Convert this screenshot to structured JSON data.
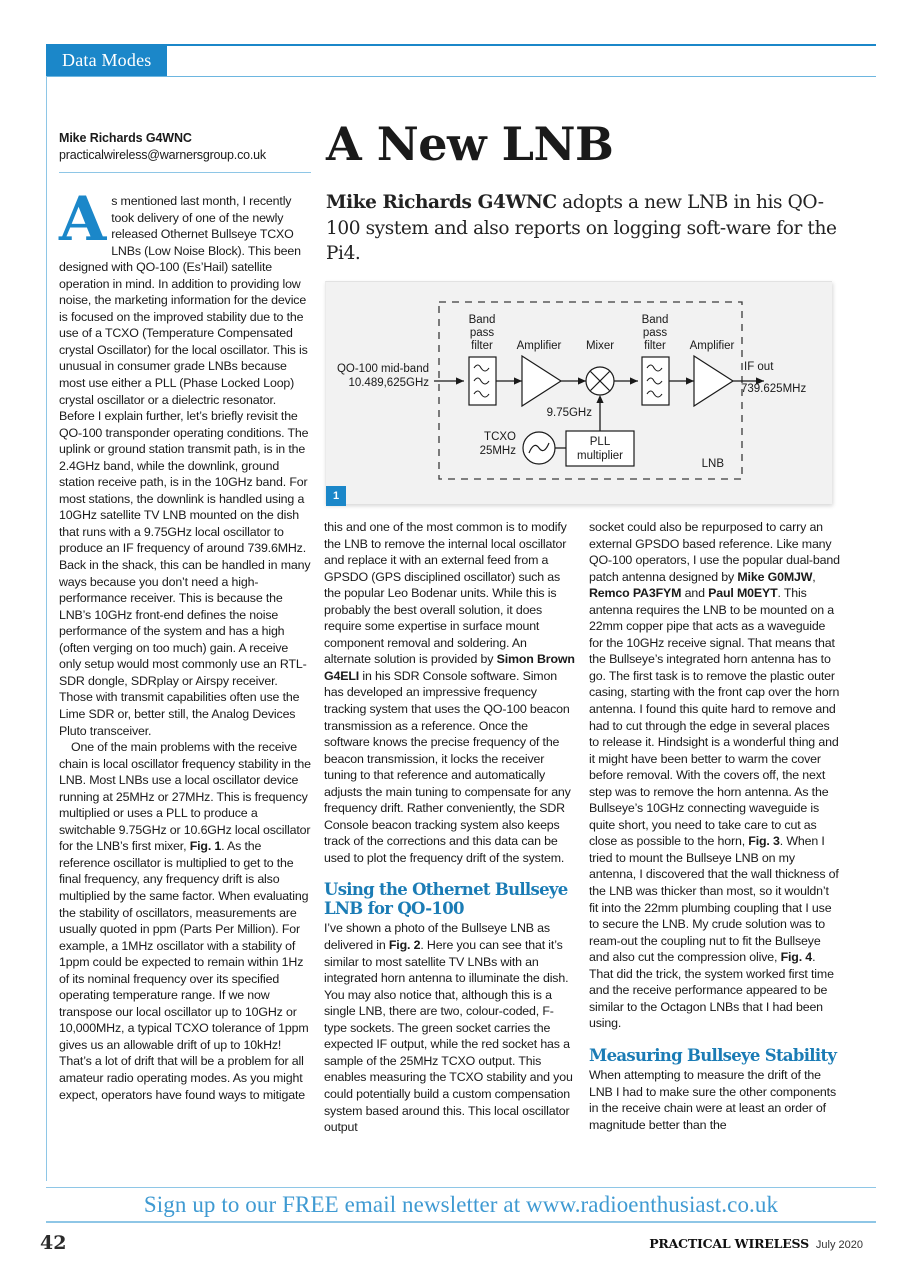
{
  "header": {
    "section_tab": "Data Modes"
  },
  "byline": {
    "author": "Mike Richards G4WNC",
    "email": "practicalwireless@warnersgroup.co.uk"
  },
  "article": {
    "headline": "A New LNB",
    "standfirst_bold": "Mike Richards G4WNC",
    "standfirst_rest": " adopts a new LNB in his QO-100 system and also reports on logging soft-ware for the Pi4."
  },
  "figure": {
    "number": "1",
    "labels": {
      "input_line1": "QO-100 mid-band",
      "input_line2": "10.489,625GHz",
      "bpf1_line1": "Band",
      "bpf1_line2": "pass",
      "bpf1_line3": "filter",
      "amp1": "Amplifier",
      "mixer": "Mixer",
      "bpf2_line1": "Band",
      "bpf2_line2": "pass",
      "bpf2_line3": "filter",
      "amp2": "Amplifier",
      "output_line1": "IF out",
      "output_line2": "739.625MHz",
      "lo_freq": "9.75GHz",
      "tcxo_line1": "TCXO",
      "tcxo_line2": "25MHz",
      "pll_line1": "PLL",
      "pll_line2": "multiplier",
      "enclosure": "LNB"
    }
  },
  "columns": {
    "col1": {
      "dropcap": "A",
      "para1_rest": "s mentioned last month, I recently took delivery of one of the newly released Othernet Bullseye TCXO LNBs (Low Noise Block). This been designed with QO-100 (Es’Hail) satellite operation in mind. In addition to providing low noise, the marketing information for the device is focused on the improved stability due to the use of a TCXO (Temperature Compensated crystal Oscillator) for the local oscillator. This is unusual in consumer grade LNBs because most use either a PLL (Phase Locked Loop) crystal oscillator or a dielectric resonator. Before I explain further, let’s briefly revisit the QO-100 transponder operating conditions. The uplink or ground station transmit path, is in the 2.4GHz band, while the downlink, ground station receive path, is in the 10GHz band. For most stations, the downlink is handled using a 10GHz satellite TV LNB mounted on the dish that runs with a 9.75GHz local oscillator to produce an IF frequency of around 739.6MHz. Back in the shack, this can be handled in many ways because you don’t need a high-performance receiver. This is because the LNB’s 10GHz front-end defines the noise performance of the system and has a high (often verging on too much) gain. A receive only setup would most commonly use an RTL-SDR dongle, SDRplay or Airspy receiver. Those with transmit capabilities often use the Lime SDR or, better still, the Analog Devices Pluto transceiver.",
      "para2_a": "One of the main problems with the receive chain is local oscillator frequency stability in the LNB. Most LNBs use a local oscillator device running at 25MHz or 27MHz. This is frequency multiplied or uses a PLL to produce a switchable 9.75GHz or 10.6GHz local oscillator for the LNB’s first mixer, ",
      "para2_b": "Fig. 1",
      "para2_c": ". As the reference oscillator is multiplied to get to the final frequency, any frequency drift is also multiplied by the same factor. When evaluating the stability of oscillators, measurements are usually quoted in ppm (Parts Per Million). For example, a 1MHz oscillator with a stability of 1ppm could be expected to remain within 1Hz of its nominal frequency over its specified operating temperature range. If we now transpose our local oscillator up to 10GHz or 10,000MHz, a typical TCXO tolerance of 1ppm gives us an allowable drift of up to 10kHz! That’s a lot of drift that will be a problem for all amateur radio operating modes. As you might expect, operators have found ways to mitigate"
    },
    "col2": {
      "para1_a": "this and one of the most common is to modify the LNB to remove the internal local oscillator and replace it with an external feed from a GPSDO (GPS disciplined oscillator) such as the popular Leo Bodenar units. While this is probably the best overall solution, it does require some expertise in surface mount component removal and soldering. An alternate solution is provided by ",
      "para1_b": "Simon Brown G4ELI",
      "para1_c": " in his SDR Console software. Simon has developed an impressive frequency tracking system that uses the QO-100 beacon transmission as a reference. Once the software knows the precise frequency of the beacon transmission, it locks the receiver tuning to that reference and automatically adjusts the main tuning to compensate for any frequency drift. Rather conveniently, the SDR Console beacon tracking system also keeps track of the corrections and this data can be used to plot the frequency drift of the system.",
      "subhead": "Using the Othernet Bullseye LNB for QO-100",
      "para2_a": "I’ve shown a photo of the Bullseye LNB as delivered in ",
      "para2_b": "Fig. 2",
      "para2_c": ". Here you can see that it’s similar to most satellite TV LNBs with an integrated horn antenna to illuminate the dish. You may also notice that, although this is a single LNB, there are two, colour-coded, F-type sockets. The green socket carries the expected IF output, while the red socket has a sample of the 25MHz TCXO output. This enables measuring the TCXO stability and you could potentially build a custom compensation system based around this. This local oscillator output"
    },
    "col3": {
      "para1_a": "socket could also be repurposed to carry an external GPSDO based reference. Like many QO-100 operators, I use the popular dual-band patch antenna designed by ",
      "para1_b": "Mike G0MJW",
      "para1_c": ", ",
      "para1_d": "Remco PA3FYM",
      "para1_e": " and ",
      "para1_f": "Paul M0EYT",
      "para1_g": ". This antenna requires the LNB to be mounted on a 22mm copper pipe that acts as a waveguide for the 10GHz receive signal. That means that the Bullseye’s integrated horn antenna has to go. The first task is to remove the plastic outer casing, starting with the front cap over the horn antenna. I found this quite hard to remove and had to cut through the edge in several places to release it. Hindsight is a wonderful thing and it might have been better to warm the cover before removal. With the covers off, the next step was to remove the horn antenna. As the Bullseye’s 10GHz connecting waveguide is quite short, you need to take care to cut as close as possible to the horn, ",
      "para1_h": "Fig. 3",
      "para1_i": ". When I tried to mount the Bullseye LNB on my antenna, I discovered that the wall thickness of the LNB was thicker than most, so it wouldn’t fit into the 22mm plumbing coupling that I use to secure the LNB. My crude solution was to ream-out the coupling nut to fit the Bullseye and also cut the compression olive, ",
      "para1_j": "Fig. 4",
      "para1_k": ". That did the trick, the system worked first time and the receive performance appeared to be similar to the Octagon LNBs that I had been using.",
      "subhead": "Measuring Bullseye Stability",
      "para2": "When attempting to measure the drift of the LNB I had to make sure the other components in the receive chain were at least an order of magnitude better than the"
    }
  },
  "footer": {
    "promo": "Sign up to our FREE email newsletter at www.radioenthusiast.co.uk",
    "page_number": "42",
    "magazine": "PRACTICAL WIRELESS",
    "issue": "July 2020"
  },
  "colors": {
    "brand_blue": "#1b87c9",
    "subhead_blue": "#1b7cb5",
    "promo_blue": "#3f9ad2"
  }
}
